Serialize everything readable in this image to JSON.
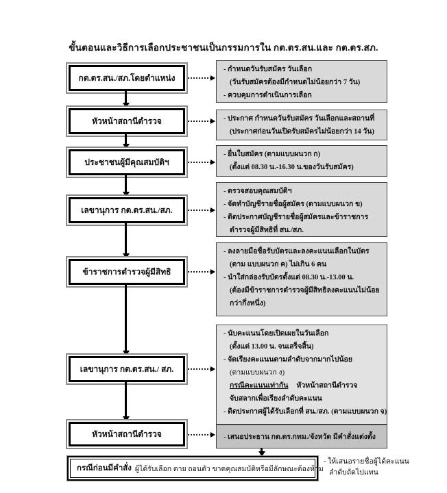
{
  "title": "ขั้นตอนและวิธีการเลือกประชาชนเป็นกรรมการใน กต.ตร.สน.และ กต.ตร.สภ.",
  "steps": [
    {
      "label": "กต.ตร.สน./สภ.โดยตำแหน่ง",
      "notes": [
        "- กำหนดวันรับสมัคร วันเลือก",
        "(วันรับสมัครต้องมีกำหนดไม่น้อยกว่า 7 วัน)",
        "- ควบคุมการดำเนินการเลือก"
      ]
    },
    {
      "label": "หัวหน้าสถานีตำรวจ",
      "notes": [
        "- ประกาศ กำหนดวันรับสมัคร วันเลือกและสถานที่",
        "(ประกาศก่อนวันเปิดรับสมัครไม่น้อยกว่า 14 วัน)"
      ]
    },
    {
      "label": "ประชาชนผู้มีคุณสมบัติฯ",
      "notes": [
        "- ยื่นใบสมัคร (ตามแบบผนวก ก)",
        "(ตั้งแต่ 08.30 น.-16.30 น.ของวันรับสมัคร)"
      ]
    },
    {
      "label": "เลขานุการ กต.ตร.สน./สภ.",
      "notes": [
        "- ตรวจสอบคุณสมบัติฯ",
        "- จัดทำบัญชีรายชื่อผู้สมัคร (ตามแบบผนวก ข)",
        "- ติดประกาศบัญชีรายชื่อผู้สมัครและข้าราชการ",
        "ตำรวจผู้มีสิทธิที่ สน./สภ."
      ]
    },
    {
      "label": "ข้าราชการตำรวจผู้มีสิทธิ",
      "notes": [
        "- ลงลายมือชื่อรับบัตรและลงคะแนนเลือกในบัตร",
        "(ตาม แบบผนวก ค) ไม่เกิน 6 คน",
        "- นำใส่กล่องรับบัตรตั้งแต่ 08.30 น.-13.00 น.",
        "(ต้องมีข้าราชการตำรวจผู้มีสิทธิลงคะแนนไม่น้อย",
        "กว่ากึ่งหนึ่ง)"
      ]
    },
    {
      "label": "เลขานุการ กต.ตร.สน./ สภ.",
      "notes": [
        "- นับคะแนนโดยเปิดเผยในวันเลือก",
        "(ตั้งแต่ 13.00 น. จนเสร็จสิ้น)",
        "- จัดเรียงคะแนนตามลำดับจากมากไปน้อย",
        "(ตามแบบผนวก ง)",
        {
          "underline": "กรณีคะแนนเท่ากัน",
          "rest": "หัวหน้าสถานีตำรวจ"
        },
        "จับสลากเพื่อเรียงลำดับคะแนน",
        "- ติดประกาศผู้ได้รับเลือกที่ สน./สภ. (ตามแบบผนวก จ)"
      ]
    },
    {
      "label": "หัวหน้าสถานีตำรวจ",
      "notes": [
        "- เสนอประธาน กต.ตร.กทม./จังหวัด มีคำสั่งแต่งตั้ง"
      ]
    }
  ],
  "footer": {
    "case_prefix": "กรณีก่อนมีคำสั่ง",
    "case_text": "ผู้ได้รับเลือก ตาย ถอนตัว ขาดคุณสมบัติหรือมีลักษณะต้องห้าม",
    "side_note_1": "- ให้เสนอรายชื่อผู้ได้คะแนน",
    "side_note_2": "ลำดับถัดไปแทน"
  },
  "colors": {
    "note_bg": "#d9d9d9",
    "note_bg_light": "#e2e2e2",
    "note_bg_dark": "#c2c2c2",
    "frame_gray": "#8a8a8a"
  }
}
